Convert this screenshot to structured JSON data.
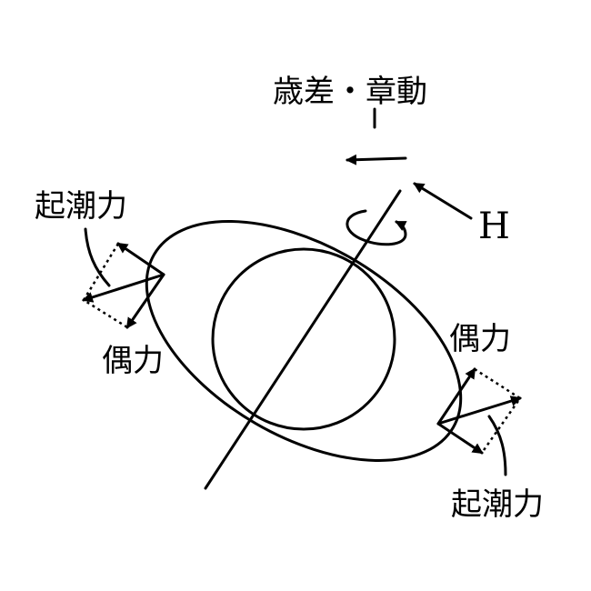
{
  "labels": {
    "precession_nutation": "歳差・章動",
    "angular_momentum": "H",
    "tidal_force_left": "起潮力",
    "couple_left": "偶力",
    "couple_right": "偶力",
    "tidal_force_right": "起潮力"
  },
  "colors": {
    "ink": "#000000",
    "background": "#ffffff"
  }
}
